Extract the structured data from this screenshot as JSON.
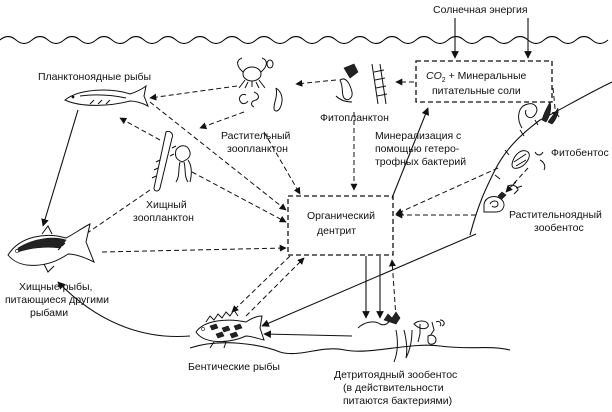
{
  "labels": {
    "solar_energy": "Солнечная энергия",
    "planktivorous_fish": "Планктоноядные рыбы",
    "phytoplankton": "Фитопланктон",
    "herbivorous_zooplankton_1": "Растительный",
    "herbivorous_zooplankton_2": "зоопланктон",
    "mineralization_1": "Минерализация с",
    "mineralization_2": "помощью гетеро-",
    "mineralization_3": "трофных бактерий",
    "phytobenthos": "Фитобентос",
    "predatory_zooplankton_1": "Хищный",
    "predatory_zooplankton_2": "зоопланктон",
    "herbivorous_zoobenthos_1": "Растительноядный",
    "herbivorous_zoobenthos_2": "зообентос",
    "predatory_fish_1": "Хищные рыбы,",
    "predatory_fish_2": "питающиеся другими",
    "predatory_fish_3": "рыбами",
    "benthic_fish": "Бентические рыбы",
    "detritivorous_1": "Детритоядный зообентос",
    "detritivorous_2": "(в действительности",
    "detritivorous_3": "питаются бактериями)"
  },
  "boxes": {
    "nutrients": {
      "co2": "CO",
      "co2_sub": "2",
      "line1_rest": " + Минеральные",
      "line2": "питательные соли"
    },
    "detritus": {
      "line1": "Органический",
      "line2": "дентрит"
    }
  }
}
